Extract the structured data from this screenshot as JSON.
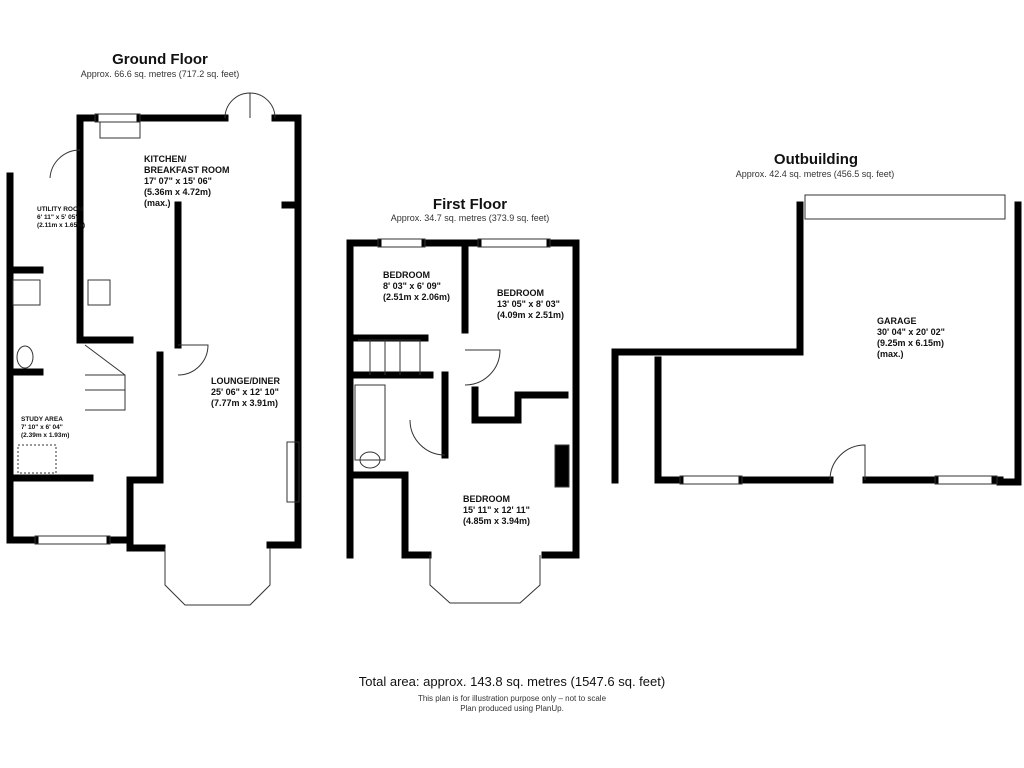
{
  "ground_floor": {
    "title": "Ground Floor",
    "area": "Approx. 66.6 sq. metres (717.2 sq. feet)",
    "rooms": [
      {
        "name": "KITCHEN/\nBREAKFAST ROOM",
        "dims": "17' 07\" x 15' 06\"",
        "metric": "(5.36m x 4.72m)",
        "note": "(max.)"
      },
      {
        "name": "UTILITY ROOM",
        "dims": "6' 11\" x 5' 05\"",
        "metric": "(2.11m x 1.65m)"
      },
      {
        "name": "LOUNGE/DINER",
        "dims": "25' 06\" x 12' 10\"",
        "metric": "(7.77m x 3.91m)"
      },
      {
        "name": "STUDY AREA",
        "dims": "7' 10\" x 6' 04\"",
        "metric": "(2.39m x 1.93m)"
      }
    ]
  },
  "first_floor": {
    "title": "First Floor",
    "area": "Approx. 34.7 sq. metres (373.9 sq. feet)",
    "rooms": [
      {
        "name": "BEDROOM",
        "dims": "8' 03\" x 6' 09\"",
        "metric": "(2.51m x 2.06m)"
      },
      {
        "name": "BEDROOM",
        "dims": "13' 05\" x 8' 03\"",
        "metric": "(4.09m x 2.51m)"
      },
      {
        "name": "BEDROOM",
        "dims": "15' 11\" x 12' 11\"",
        "metric": "(4.85m x 3.94m)"
      }
    ]
  },
  "outbuilding": {
    "title": "Outbuilding",
    "area": "Approx. 42.4 sq. metres (456.5 sq. feet)",
    "rooms": [
      {
        "name": "GARAGE",
        "dims": "30' 04\" x 20' 02\"",
        "metric": "(9.25m x 6.15m)",
        "note": "(max.)"
      }
    ]
  },
  "footer": {
    "total": "Total area: approx. 143.8 sq. metres (1547.6 sq. feet)",
    "disclaimer": "This plan is for illustration purpose only – not to scale",
    "credit": "Plan produced using PlanUp."
  }
}
